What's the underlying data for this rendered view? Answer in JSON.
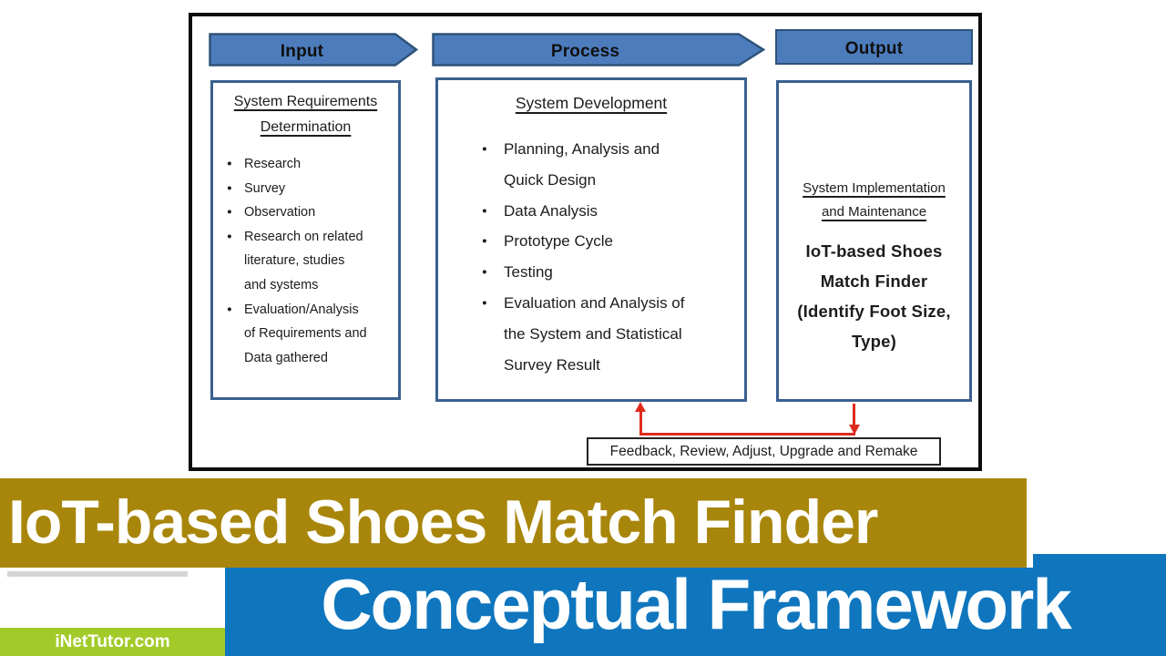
{
  "diagram": {
    "headers": {
      "input": "Input",
      "process": "Process",
      "output": "Output"
    },
    "input": {
      "heading": [
        "System Requirements",
        "Determination"
      ],
      "items": [
        {
          "lines": [
            "Research"
          ]
        },
        {
          "lines": [
            "Survey"
          ]
        },
        {
          "lines": [
            "Observation"
          ]
        },
        {
          "lines": [
            "Research on related",
            "literature, studies",
            "and systems"
          ]
        },
        {
          "lines": [
            "Evaluation/Analysis",
            "of Requirements and",
            "Data gathered"
          ]
        }
      ]
    },
    "process": {
      "heading": [
        "System Development"
      ],
      "items": [
        {
          "lines": [
            "Planning, Analysis and",
            "Quick Design"
          ]
        },
        {
          "lines": [
            "Data Analysis"
          ]
        },
        {
          "lines": [
            "Prototype Cycle"
          ]
        },
        {
          "lines": [
            "Testing"
          ]
        },
        {
          "lines": [
            "Evaluation and Analysis of",
            "the System and Statistical",
            "Survey Result"
          ]
        }
      ]
    },
    "output": {
      "heading": [
        "System Implementation",
        "and Maintenance"
      ],
      "body": [
        "IoT-based Shoes",
        "Match Finder",
        "(Identify Foot Size,",
        "Type)"
      ]
    },
    "feedback": {
      "label": "Feedback, Review, Adjust, Upgrade and Remake"
    },
    "colors": {
      "arrow_fill": "#4C7CBC",
      "arrow_border": "#2F5379",
      "box_border": "#3A608F",
      "connector_red": "#DF2B1E",
      "frame_border": "#0d0d0d"
    }
  },
  "banners": {
    "title": "IoT-based Shoes Match Finder",
    "title_bg": "#A8860B",
    "subtitle": "Conceptual Framework",
    "subtitle_bg": "#0F76BE",
    "watermark": "iNetTutor.com",
    "watermark_bg": "#A2CB29",
    "text_color": "#ffffff"
  }
}
